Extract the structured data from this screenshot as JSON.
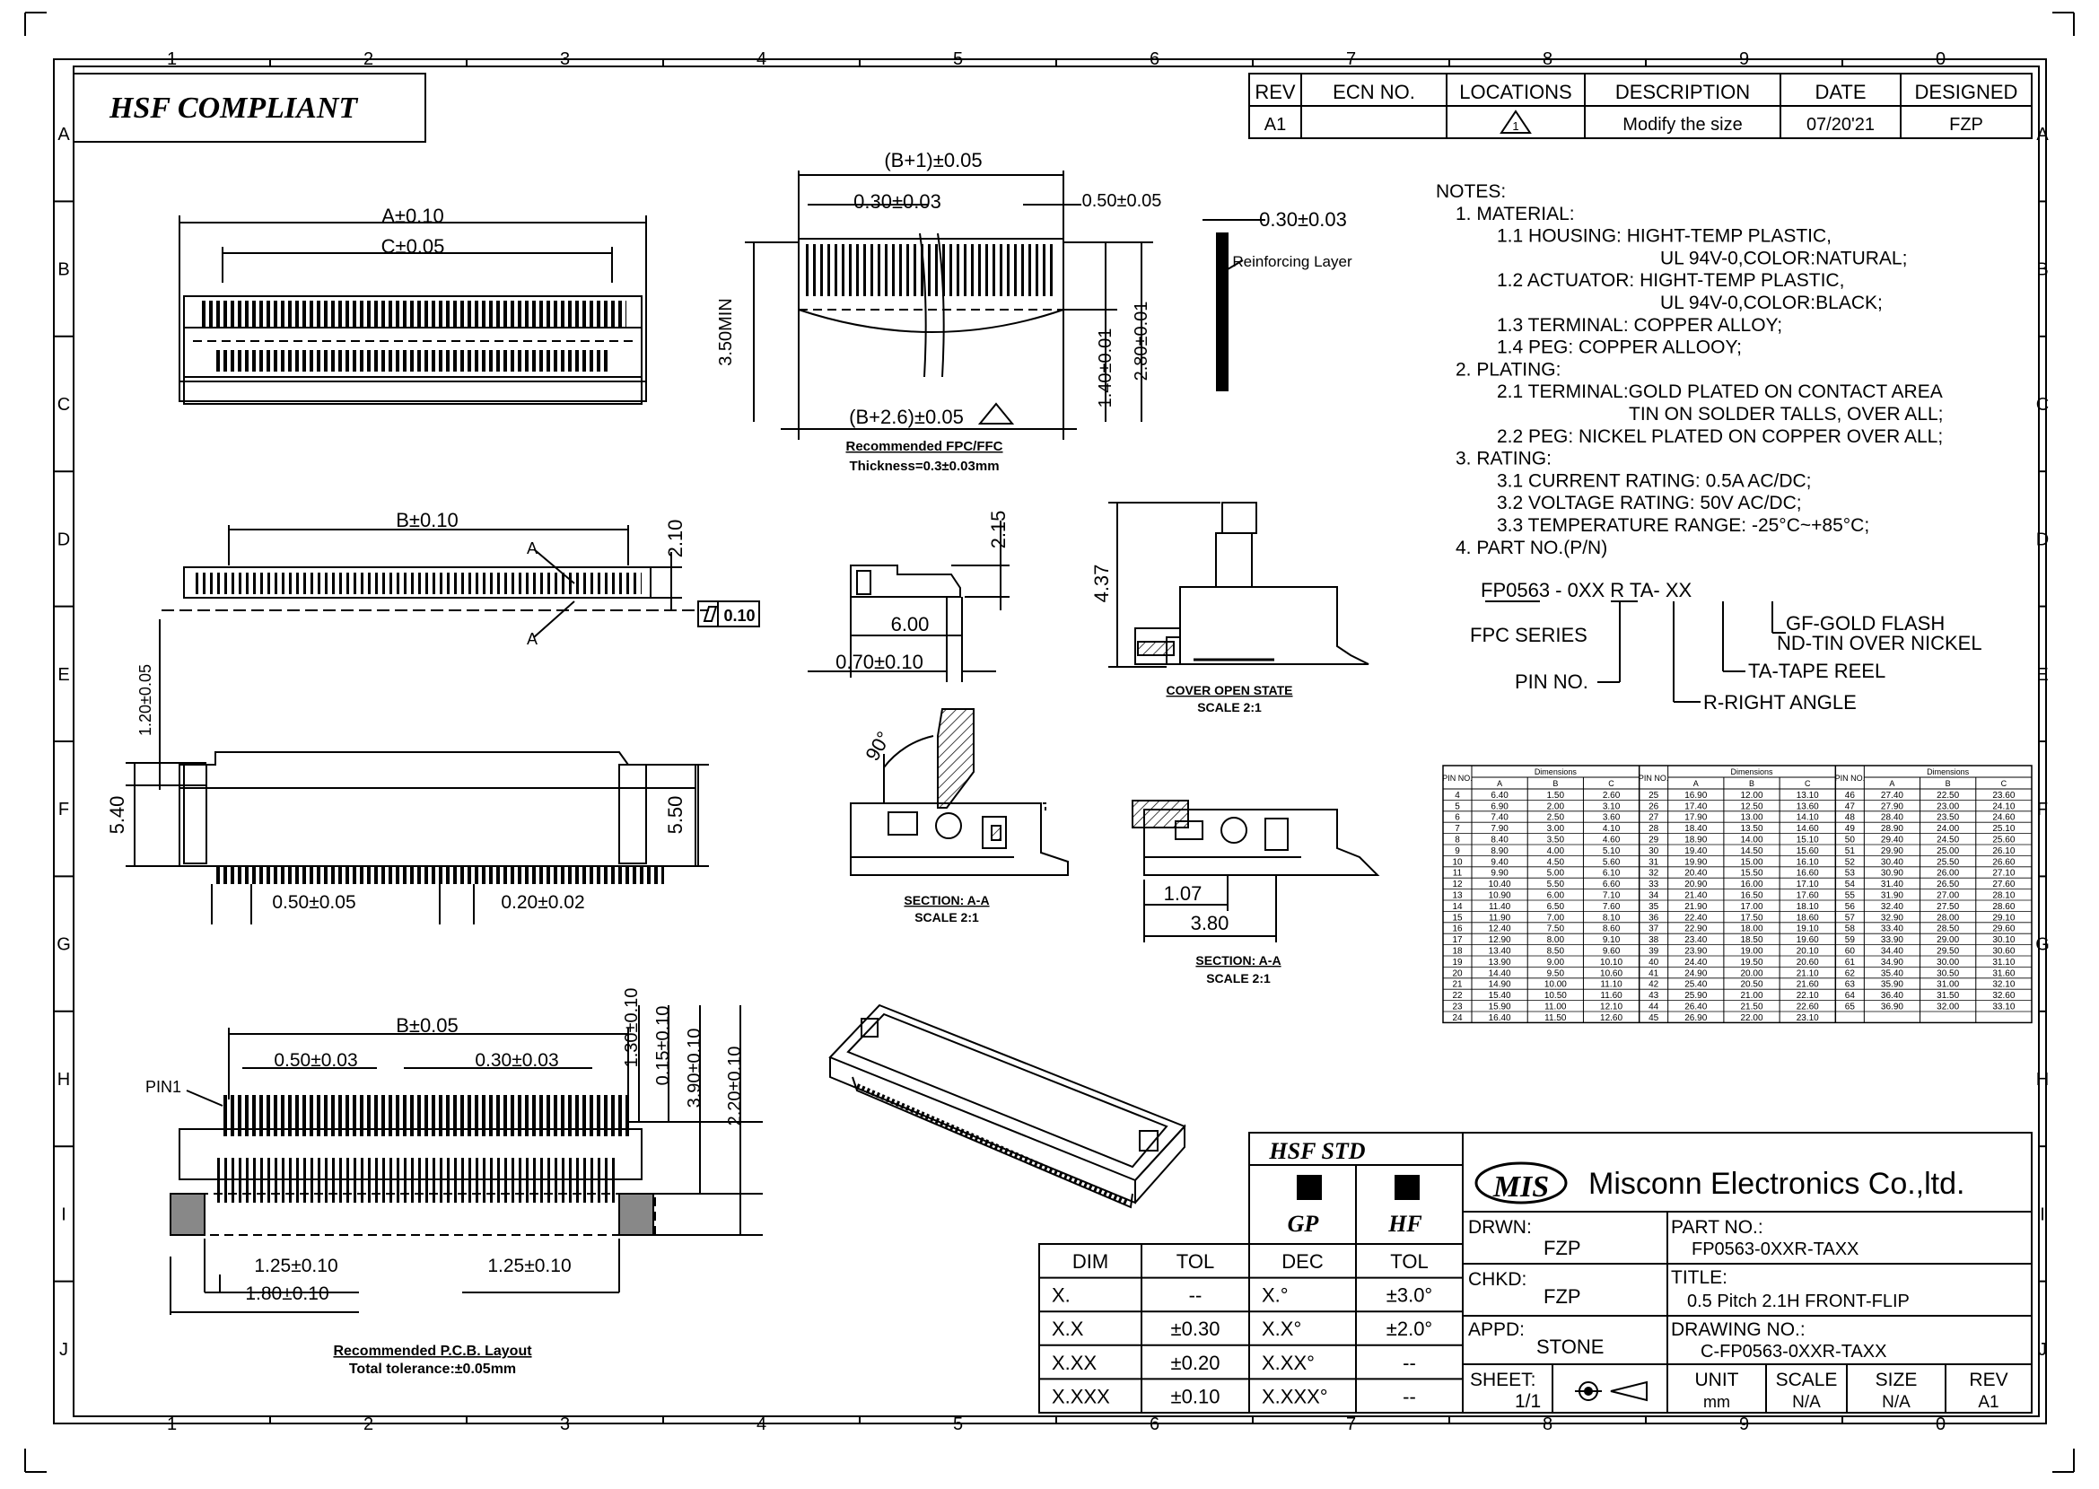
{
  "border": {
    "columns": [
      "1",
      "2",
      "3",
      "4",
      "5",
      "6",
      "7",
      "8",
      "9",
      "0"
    ],
    "rows": [
      "A",
      "B",
      "C",
      "D",
      "E",
      "F",
      "G",
      "H",
      "I",
      "J"
    ]
  },
  "compliance": "HSF COMPLIANT",
  "revision_table": {
    "headers": [
      "REV",
      "ECN NO.",
      "LOCATIONS",
      "DESCRIPTION",
      "DATE",
      "DESIGNED"
    ],
    "row": [
      "A1",
      "",
      "1",
      "Modify the size",
      "07/20'21",
      "FZP"
    ]
  },
  "notes": [
    "NOTES:",
    "1. MATERIAL:",
    "1.1 HOUSING: HIGHT-TEMP PLASTIC,",
    "UL 94V-0,COLOR:NATURAL;",
    "1.2 ACTUATOR: HIGHT-TEMP PLASTIC,",
    "UL 94V-0,COLOR:BLACK;",
    "1.3 TERMINAL: COPPER ALLOY;",
    "1.4 PEG: COPPER ALLOOY;",
    "2. PLATING:",
    "2.1 TERMINAL:GOLD PLATED ON CONTACT AREA",
    "TIN ON SOLDER TALLS, OVER ALL;",
    "2.2 PEG: NICKEL PLATED ON COPPER OVER ALL;",
    "3. RATING:",
    "3.1 CURRENT RATING: 0.5A AC/DC;",
    "3.2 VOLTAGE RATING: 50V AC/DC;",
    "3.3 TEMPERATURE RANGE: -25°C~+85°C;",
    "4. PART NO.(P/N)"
  ],
  "part_number_code": {
    "code": "FP0563 - 0XX R TA- XX",
    "fpc_series": "FPC SERIES",
    "pin_no": "PIN NO.",
    "right_angle": "R-RIGHT ANGLE",
    "tape_reel": "TA-TAPE REEL",
    "gf": "GF-GOLD FLASH",
    "nd": "ND-TIN OVER NICKEL"
  },
  "dims": {
    "a": "A±0.10",
    "c": "C±0.05",
    "b_top": "B±0.10",
    "b1": "(B+1)±0.05",
    "b26": "(B+2.6)±0.05",
    "p030a": "0.30±0.03",
    "p050a": "0.50±0.05",
    "min350": "3.50MIN",
    "d140": "1.40±0.01",
    "d280": "2.80±0.01",
    "t030": "0.30±0.03",
    "reinf": "Reinforcing Layer",
    "rec_fpc": "Recommended FPC/FFC",
    "thick": "Thickness=0.3±0.03mm",
    "d210": "2.10",
    "flat": "0.10",
    "a_mark": "A",
    "d215": "2.15",
    "d600": "6.00",
    "d070": "0.70±0.10",
    "d437": "4.37",
    "cover_open": "COVER OPEN STATE",
    "scale21": "SCALE 2:1",
    "d120": "1.20±0.05",
    "d540": "5.40",
    "d550": "5.50",
    "p050b": "0.50±0.05",
    "p020": "0.20±0.02",
    "ang90": "90°",
    "section_aa": "SECTION: A-A",
    "d107": "1.07",
    "d380": "3.80",
    "b005": "B±0.05",
    "p050c": "0.50±0.03",
    "p030c": "0.30±0.03",
    "pin1": "PIN1",
    "d130": "1.30±0.10",
    "d015": "0.15±0.10",
    "d390": "3.90±0.10",
    "d220": "2.20±0.10",
    "d125l": "1.25±0.10",
    "d125r": "1.25±0.10",
    "d180": "1.80±0.10",
    "pcb": "Recommended P.C.B. Layout",
    "total_tol": "Total tolerance:±0.05mm"
  },
  "dimension_table": {
    "pin_header": "PIN NO.",
    "dim_header": "Dimensions",
    "sub": [
      "A",
      "B",
      "C"
    ],
    "rows": [
      [
        "4",
        "6.40",
        "1.50",
        "2.60",
        "25",
        "16.90",
        "12.00",
        "13.10",
        "46",
        "27.40",
        "22.50",
        "23.60"
      ],
      [
        "5",
        "6.90",
        "2.00",
        "3.10",
        "26",
        "17.40",
        "12.50",
        "13.60",
        "47",
        "27.90",
        "23.00",
        "24.10"
      ],
      [
        "6",
        "7.40",
        "2.50",
        "3.60",
        "27",
        "17.90",
        "13.00",
        "14.10",
        "48",
        "28.40",
        "23.50",
        "24.60"
      ],
      [
        "7",
        "7.90",
        "3.00",
        "4.10",
        "28",
        "18.40",
        "13.50",
        "14.60",
        "49",
        "28.90",
        "24.00",
        "25.10"
      ],
      [
        "8",
        "8.40",
        "3.50",
        "4.60",
        "29",
        "18.90",
        "14.00",
        "15.10",
        "50",
        "29.40",
        "24.50",
        "25.60"
      ],
      [
        "9",
        "8.90",
        "4.00",
        "5.10",
        "30",
        "19.40",
        "14.50",
        "15.60",
        "51",
        "29.90",
        "25.00",
        "26.10"
      ],
      [
        "10",
        "9.40",
        "4.50",
        "5.60",
        "31",
        "19.90",
        "15.00",
        "16.10",
        "52",
        "30.40",
        "25.50",
        "26.60"
      ],
      [
        "11",
        "9.90",
        "5.00",
        "6.10",
        "32",
        "20.40",
        "15.50",
        "16.60",
        "53",
        "30.90",
        "26.00",
        "27.10"
      ],
      [
        "12",
        "10.40",
        "5.50",
        "6.60",
        "33",
        "20.90",
        "16.00",
        "17.10",
        "54",
        "31.40",
        "26.50",
        "27.60"
      ],
      [
        "13",
        "10.90",
        "6.00",
        "7.10",
        "34",
        "21.40",
        "16.50",
        "17.60",
        "55",
        "31.90",
        "27.00",
        "28.10"
      ],
      [
        "14",
        "11.40",
        "6.50",
        "7.60",
        "35",
        "21.90",
        "17.00",
        "18.10",
        "56",
        "32.40",
        "27.50",
        "28.60"
      ],
      [
        "15",
        "11.90",
        "7.00",
        "8.10",
        "36",
        "22.40",
        "17.50",
        "18.60",
        "57",
        "32.90",
        "28.00",
        "29.10"
      ],
      [
        "16",
        "12.40",
        "7.50",
        "8.60",
        "37",
        "22.90",
        "18.00",
        "19.10",
        "58",
        "33.40",
        "28.50",
        "29.60"
      ],
      [
        "17",
        "12.90",
        "8.00",
        "9.10",
        "38",
        "23.40",
        "18.50",
        "19.60",
        "59",
        "33.90",
        "29.00",
        "30.10"
      ],
      [
        "18",
        "13.40",
        "8.50",
        "9.60",
        "39",
        "23.90",
        "19.00",
        "20.10",
        "60",
        "34.40",
        "29.50",
        "30.60"
      ],
      [
        "19",
        "13.90",
        "9.00",
        "10.10",
        "40",
        "24.40",
        "19.50",
        "20.60",
        "61",
        "34.90",
        "30.00",
        "31.10"
      ],
      [
        "20",
        "14.40",
        "9.50",
        "10.60",
        "41",
        "24.90",
        "20.00",
        "21.10",
        "62",
        "35.40",
        "30.50",
        "31.60"
      ],
      [
        "21",
        "14.90",
        "10.00",
        "11.10",
        "42",
        "25.40",
        "20.50",
        "21.60",
        "63",
        "35.90",
        "31.00",
        "32.10"
      ],
      [
        "22",
        "15.40",
        "10.50",
        "11.60",
        "43",
        "25.90",
        "21.00",
        "22.10",
        "64",
        "36.40",
        "31.50",
        "32.60"
      ],
      [
        "23",
        "15.90",
        "11.00",
        "12.10",
        "44",
        "26.40",
        "21.50",
        "22.60",
        "65",
        "36.90",
        "32.00",
        "33.10"
      ],
      [
        "24",
        "16.40",
        "11.50",
        "12.60",
        "45",
        "26.90",
        "22.00",
        "23.10",
        "",
        "",
        "",
        ""
      ]
    ]
  },
  "tolerance_table": {
    "headers": [
      "DIM",
      "TOL",
      "DEC",
      "TOL"
    ],
    "rows": [
      [
        "X.",
        "--",
        "X.°",
        "±3.0°"
      ],
      [
        "X.X",
        "±0.30",
        "X.X°",
        "±2.0°"
      ],
      [
        "X.XX",
        "±0.20",
        "X.XX°",
        "--"
      ],
      [
        "X.XXX",
        "±0.10",
        "X.XXX°",
        "--"
      ]
    ]
  },
  "hsf_std": {
    "title": "HSF STD",
    "gp": "GP",
    "hf": "HF"
  },
  "title_block": {
    "logo": "MIS",
    "company": "Misconn Electronics Co.,ltd.",
    "drwn_label": "DRWN:",
    "drwn": "FZP",
    "chkd_label": "CHKD:",
    "chkd": "FZP",
    "appd_label": "APPD:",
    "appd": "STONE",
    "part_label": "PART NO.:",
    "part": "FP0563-0XXR-TAXX",
    "title_label": "TITLE:",
    "title": "0.5 Pitch 2.1H FRONT-FLIP",
    "drawing_label": "DRAWING NO.:",
    "drawing": "C-FP0563-0XXR-TAXX",
    "sheet_label": "SHEET:",
    "sheet": "1/1",
    "unit_label": "UNIT",
    "unit": "mm",
    "scale_label": "SCALE",
    "scale": "N/A",
    "size_label": "SIZE",
    "size": "N/A",
    "rev_label": "REV",
    "rev": "A1"
  }
}
